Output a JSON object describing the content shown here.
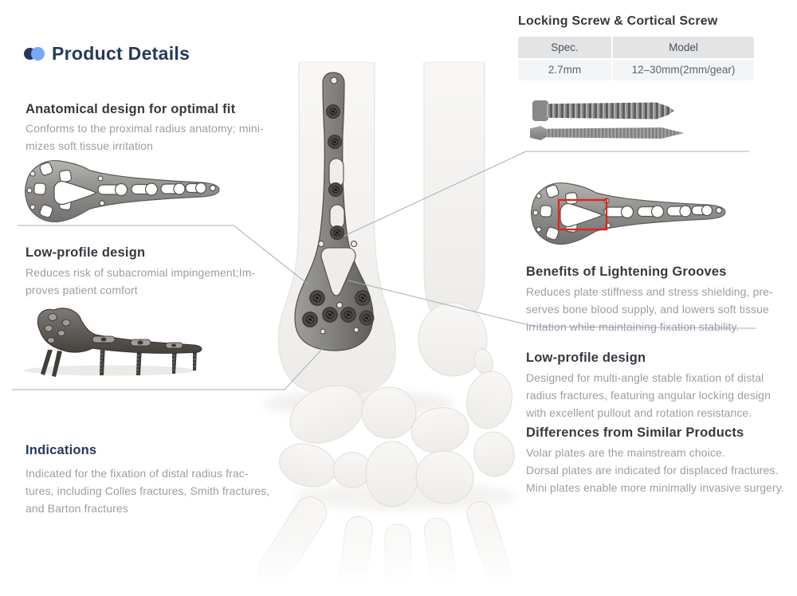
{
  "header": {
    "title": "Product Details"
  },
  "left": {
    "anatomical": {
      "heading": "Anatomical design for optimal fit",
      "lines": [
        "Conforms to the proximal radius anatomy; mini-",
        "mizes soft tissue irritation"
      ]
    },
    "low_profile": {
      "heading": "Low-profile design",
      "lines": [
        "Reduces risk of subacromial impingement;Im-",
        "proves patient comfort"
      ]
    },
    "indications": {
      "heading": "Indications",
      "lines": [
        "Indicated for the fixation of distal radius frac-",
        "tures, including Colles fractures, Smith fractures,",
        "and Barton fractures"
      ]
    }
  },
  "right": {
    "screws": {
      "heading": "Locking Screw & Cortical Screw",
      "table": {
        "headers": [
          "Spec.",
          "Model"
        ],
        "rows": [
          [
            "2.7mm",
            "12–30mm(2mm/gear)"
          ]
        ]
      }
    },
    "benefits": {
      "heading": "Benefits of Lightening Grooves",
      "lines": [
        "Reduces plate stiffness and stress shielding, pre-",
        "serves bone blood supply, and lowers soft tissue",
        "irritation while maintaining fixation stability."
      ]
    },
    "low_profile": {
      "heading": "Low-profile design",
      "lines": [
        "Designed for multi-angle stable fixation of distal",
        "radius fractures, featuring angular locking design",
        "with excellent pullout and rotation resistance."
      ]
    },
    "differences": {
      "heading": "Differences from Similar Products",
      "lines": [
        "Volar plates are the mainstream choice.",
        "Dorsal plates are indicated for displaced fractures.",
        "Mini plates enable more minimally invasive surgery."
      ]
    }
  },
  "icons": {
    "title_bullet": "two-overlapping-dots"
  },
  "colors": {
    "accent_navy": "#24395c",
    "accent_blue": "#74aaf8",
    "heading": "#35393f",
    "body": "#999ea6",
    "leader_line": "#a3adbf",
    "highlight_red": "#e0261d",
    "table_header_bg": "#e3e4e6",
    "table_row_bg": "#f4f5f6",
    "table_header_text": "#4b5058",
    "table_row_text": "#5d6269"
  }
}
